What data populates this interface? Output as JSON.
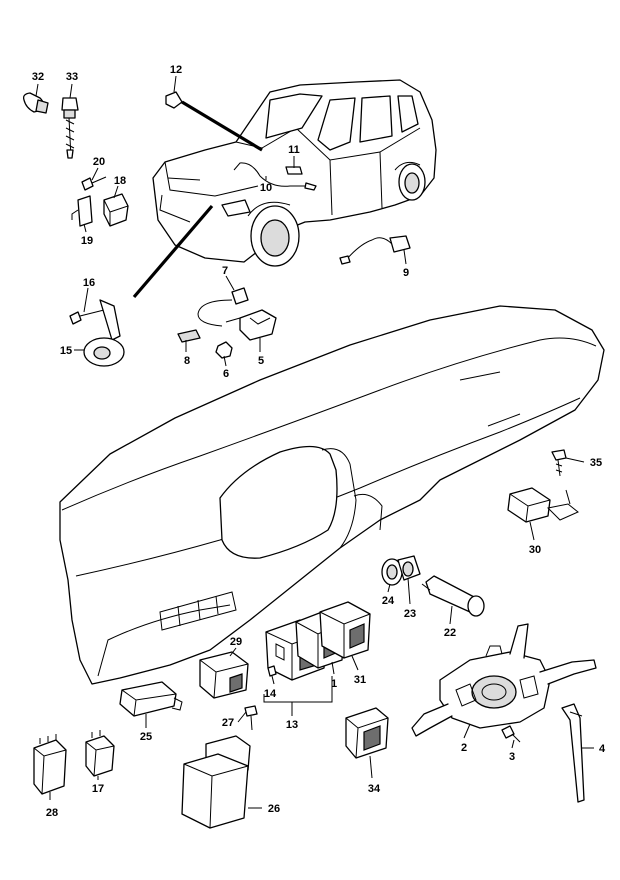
{
  "diagram": {
    "callouts": {
      "c1": "1",
      "c2": "2",
      "c3": "3",
      "c4": "4",
      "c5": "5",
      "c6": "6",
      "c7": "7",
      "c8": "8",
      "c9": "9",
      "c10": "10",
      "c11": "11",
      "c12": "12",
      "c13": "13",
      "c14": "14",
      "c15": "15",
      "c16": "16",
      "c17": "17",
      "c18": "18",
      "c19": "19",
      "c20": "20",
      "c22": "22",
      "c23": "23",
      "c24": "24",
      "c25": "25",
      "c26": "26",
      "c27": "27",
      "c28": "28",
      "c29": "29",
      "c30": "30",
      "c31": "31",
      "c32": "32",
      "c33": "33",
      "c34": "34",
      "c35": "35"
    }
  }
}
